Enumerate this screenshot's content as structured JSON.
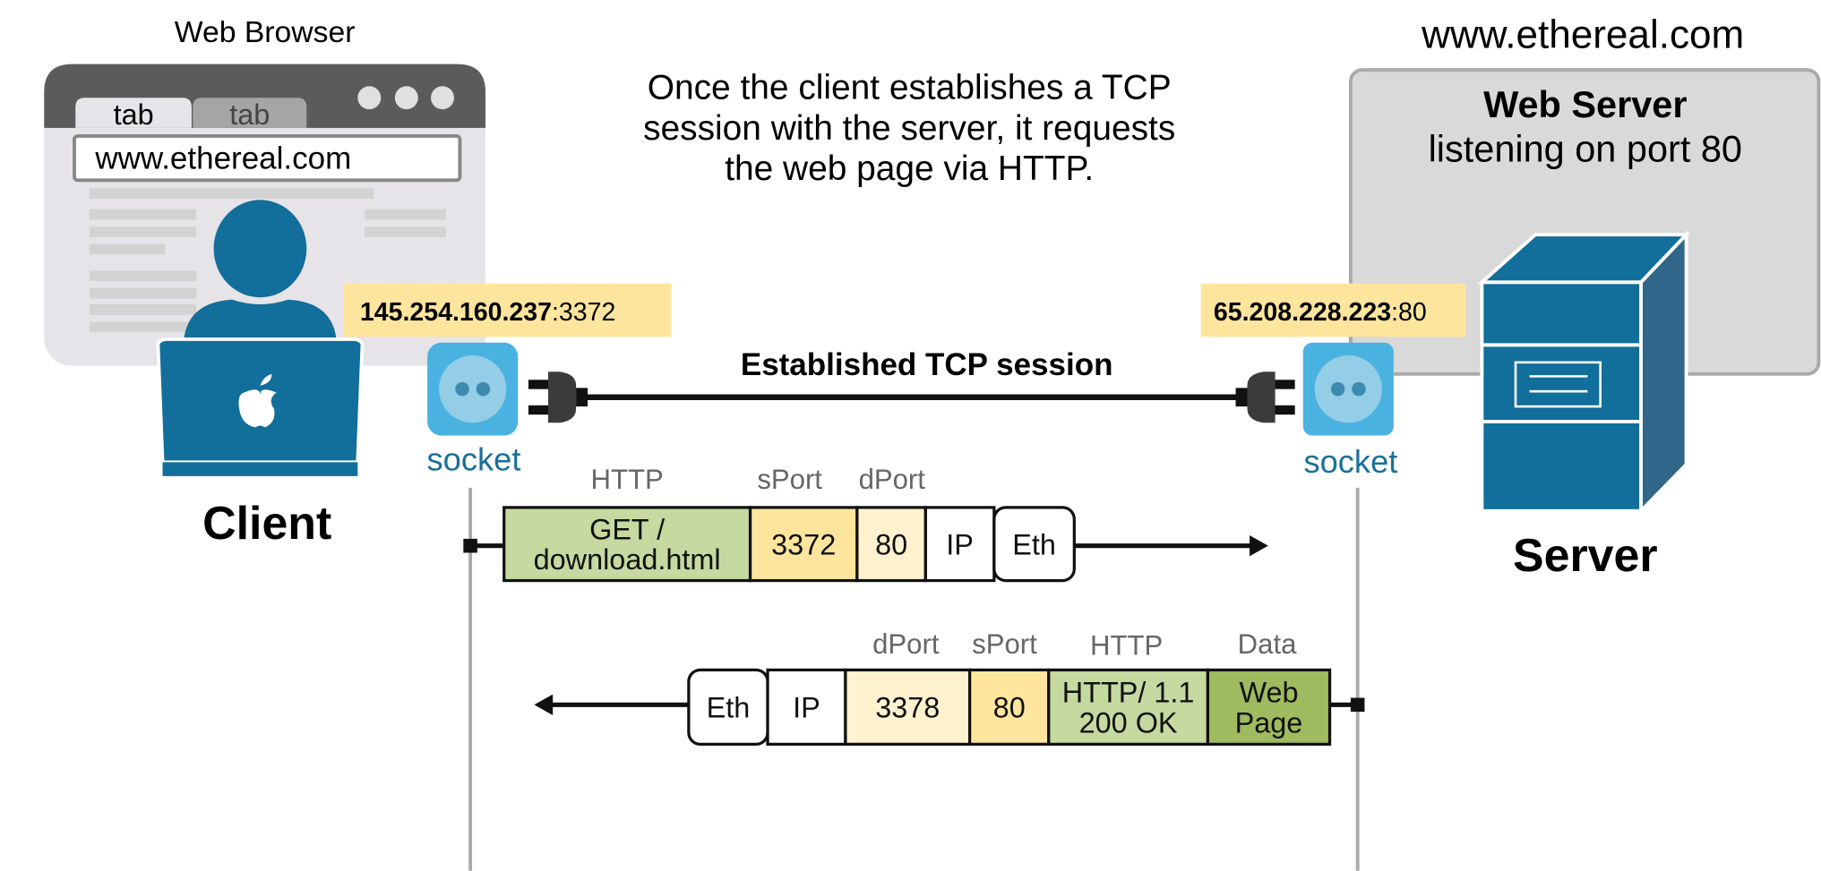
{
  "client": {
    "browser_title": "Web Browser",
    "tabs": [
      "tab",
      "tab"
    ],
    "address": "www.ethereal.com",
    "label": "Client",
    "ip": "145.254.160.237",
    "port": ":3372",
    "socket_label": "socket"
  },
  "caption": {
    "lines": [
      "Once the client establishes a TCP",
      "session with the server, it requests",
      "the web page via HTTP."
    ]
  },
  "session_label": "Established TCP session",
  "server": {
    "domain": "www.ethereal.com",
    "title": "Web Server",
    "subtitle": "listening on port 80",
    "label": "Server",
    "ip": "65.208.228.223",
    "port": ":80",
    "socket_label": "socket"
  },
  "request_packet": {
    "headers": [
      "HTTP",
      "sPort",
      "dPort"
    ],
    "cells": [
      {
        "lines": [
          "GET /",
          "download.html"
        ],
        "color": "#c5d9a0"
      },
      {
        "lines": [
          "3372"
        ],
        "color": "#fde59e"
      },
      {
        "lines": [
          "80"
        ],
        "color": "#fff2cf"
      },
      {
        "lines": [
          "IP"
        ],
        "color": "#ffffff"
      },
      {
        "lines": [
          "Eth"
        ],
        "color": "#ffffff"
      }
    ]
  },
  "response_packet": {
    "headers": [
      "dPort",
      "sPort",
      "HTTP",
      "Data"
    ],
    "cells": [
      {
        "lines": [
          "Eth"
        ],
        "color": "#ffffff"
      },
      {
        "lines": [
          "IP"
        ],
        "color": "#ffffff"
      },
      {
        "lines": [
          "3378"
        ],
        "color": "#fff2cf"
      },
      {
        "lines": [
          "80"
        ],
        "color": "#fde59e"
      },
      {
        "lines": [
          "HTTP/ 1.1",
          "200 OK"
        ],
        "color": "#c5d9a0"
      },
      {
        "lines": [
          "Web",
          "Page"
        ],
        "color": "#9fbb5f"
      }
    ]
  },
  "colors": {
    "accent_blue": "#126e9a",
    "socket": "#4ab2e0",
    "ip_label": "#fde59e"
  }
}
